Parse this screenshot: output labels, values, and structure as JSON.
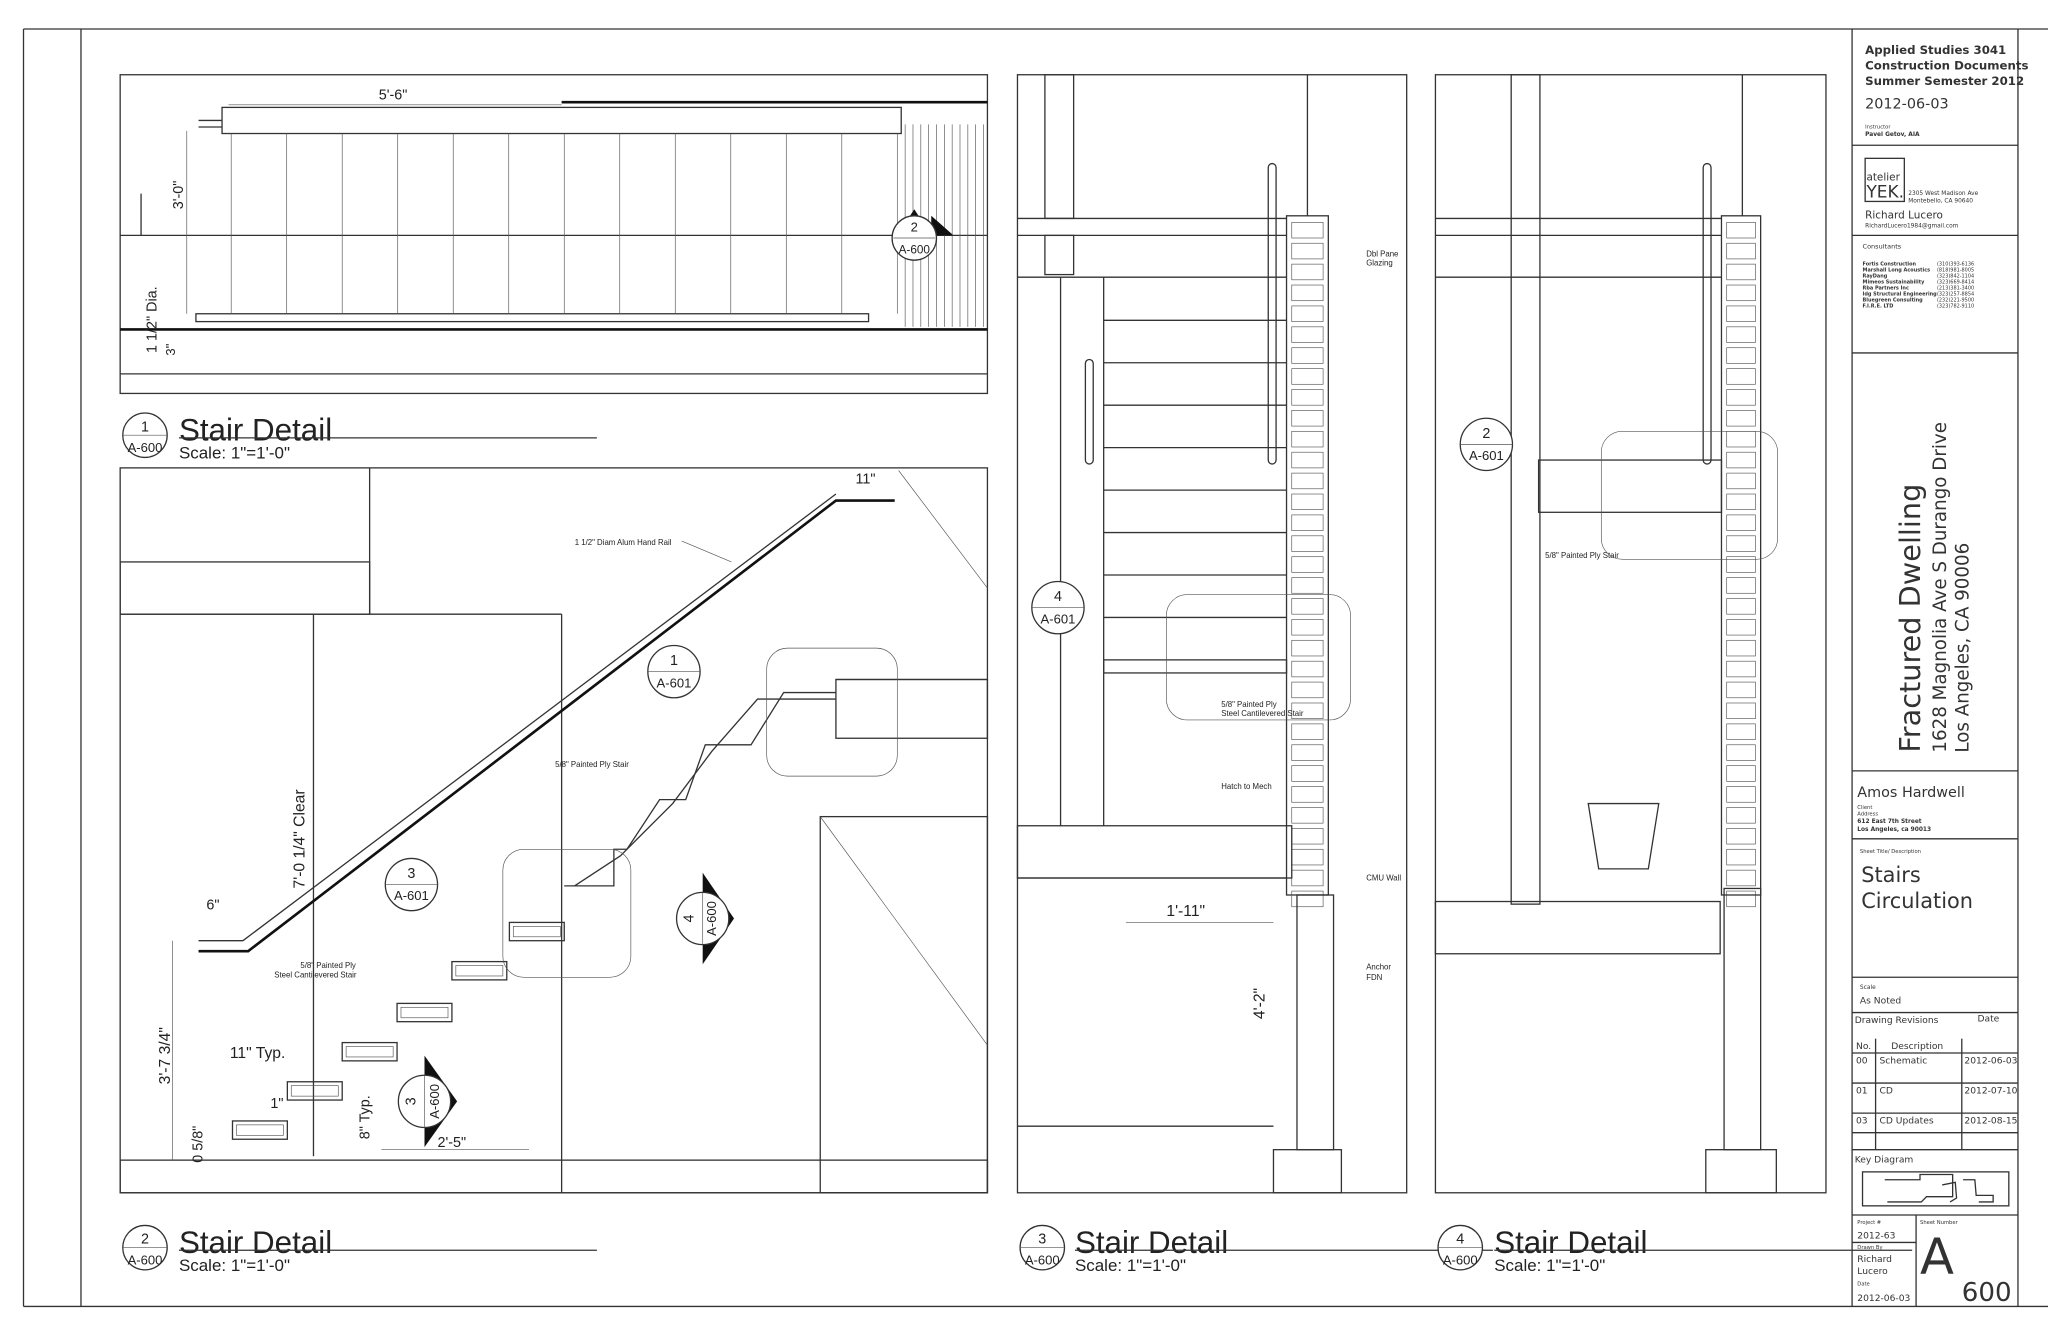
{
  "sheet": {
    "course": [
      "Applied Studies 3041",
      "Construction Documents",
      "Summer Semester 2012"
    ],
    "date_header": "2012-06-03",
    "instructor_label": "Instructor",
    "instructor": "Pavel Getov, AIA",
    "firm_logo": [
      "atelier",
      "YEK."
    ],
    "firm_address": [
      "2305 West Madison Ave",
      "Montebello, CA 90640"
    ],
    "designer": "Richard Lucero",
    "designer_email": "RichardLucero1984@gmail.com",
    "consultants_label": "Consultants",
    "consultants": [
      {
        "name": "Fortis Construction",
        "phone": "(310)393-6136"
      },
      {
        "name": "Marshall Long Acoustics",
        "phone": "(818)981-8005"
      },
      {
        "name": "RayDang",
        "phone": "(323)842-1104"
      },
      {
        "name": "Mimeos Sustainability",
        "phone": "(323)669-8414"
      },
      {
        "name": "Rba Partners Inc",
        "phone": "(213)381-3400"
      },
      {
        "name": "Idg Structural Engineering",
        "phone": "(323)257-8854"
      },
      {
        "name": "Bluegreen Consulting",
        "phone": "(232)221-9500"
      },
      {
        "name": "F.I.R.E. LTD",
        "phone": "(323)782-9110"
      }
    ],
    "project_name": "Fractured Dwelling",
    "project_address": [
      "1628 Magnolia Ave S Durango Drive",
      "Los Angeles, CA 90006"
    ],
    "client": "Amos Hardwell",
    "client_label": "Client",
    "address_label": "Address",
    "client_address": [
      "612 East 7th Street",
      "Los Angeles, ca 90013"
    ],
    "sheet_title_label": "Sheet Title/ Description",
    "sheet_title": [
      "Stairs",
      "Circulation"
    ],
    "scale_label": "Scale",
    "scale": "As Noted",
    "revisions_label": "Drawing Revisions",
    "revisions_date_label": "Date",
    "revisions_headers": [
      "No.",
      "Description"
    ],
    "revisions": [
      {
        "no": "00",
        "desc": "Schematic",
        "date": "2012-06-03"
      },
      {
        "no": "01",
        "desc": "CD",
        "date": "2012-07-10"
      },
      {
        "no": "03",
        "desc": "CD Updates",
        "date": "2012-08-15"
      }
    ],
    "key_diagram_label": "Key Diagram",
    "project_no_label": "Project #",
    "project_no": "2012-63",
    "drawn_by_label": "Drawn By",
    "drawn_by": [
      "Richard",
      "Lucero"
    ],
    "date_label": "Date",
    "date": "2012-06-03",
    "sheet_number_label": "Sheet Number",
    "sheet_letter": "A",
    "sheet_number": "600"
  },
  "details": [
    {
      "num": "1",
      "sheet": "A-600",
      "title": "Stair Detail",
      "scale": "Scale: 1\"=1'-0\""
    },
    {
      "num": "2",
      "sheet": "A-600",
      "title": "Stair Detail",
      "scale": "Scale: 1\"=1'-0\""
    },
    {
      "num": "3",
      "sheet": "A-600",
      "title": "Stair Detail",
      "scale": "Scale: 1\"=1'-0\""
    },
    {
      "num": "4",
      "sheet": "A-600",
      "title": "Stair Detail",
      "scale": "Scale: 1\"=1'-0\""
    }
  ],
  "detail1": {
    "dims": [
      "5'-6\"",
      "3'-0\"",
      "1 1/2\" Dia.",
      "3\""
    ],
    "callout": {
      "num": "2",
      "sheet": "A-600"
    }
  },
  "detail2": {
    "dims": [
      "11\"",
      "6\"",
      "7'-0 1/4\" Clear",
      "3'-7 3/4\"",
      "11\" Typ.",
      "1\"",
      "8\" Typ.",
      "0 5/8\"",
      "2'-5\""
    ],
    "notes": [
      "1 1/2\" Diam Alum Hand Rail",
      "5/8\" Painted Ply Stair",
      "5/8\" Painted Ply",
      "Steel Cantilevered Stair"
    ],
    "callouts": [
      {
        "num": "1",
        "sheet": "A-601"
      },
      {
        "num": "3",
        "sheet": "A-601"
      },
      {
        "num": "4",
        "sheet": "A-600"
      },
      {
        "num": "3",
        "sheet": "A-600"
      }
    ]
  },
  "detail3": {
    "notes": [
      "Dbl Pane",
      "Glazing",
      "5/8\" Painted Ply",
      "Steel Cantilevered Stair",
      "Hatch to Mech",
      "CMU Wall",
      "Anchor",
      "FDN"
    ],
    "dims": [
      "1'-11\"",
      "4'-2\""
    ],
    "callout": {
      "num": "4",
      "sheet": "A-601"
    }
  },
  "detail4": {
    "notes": [
      "5/8\" Painted Ply Stair"
    ],
    "callout": {
      "num": "2",
      "sheet": "A-601"
    }
  }
}
